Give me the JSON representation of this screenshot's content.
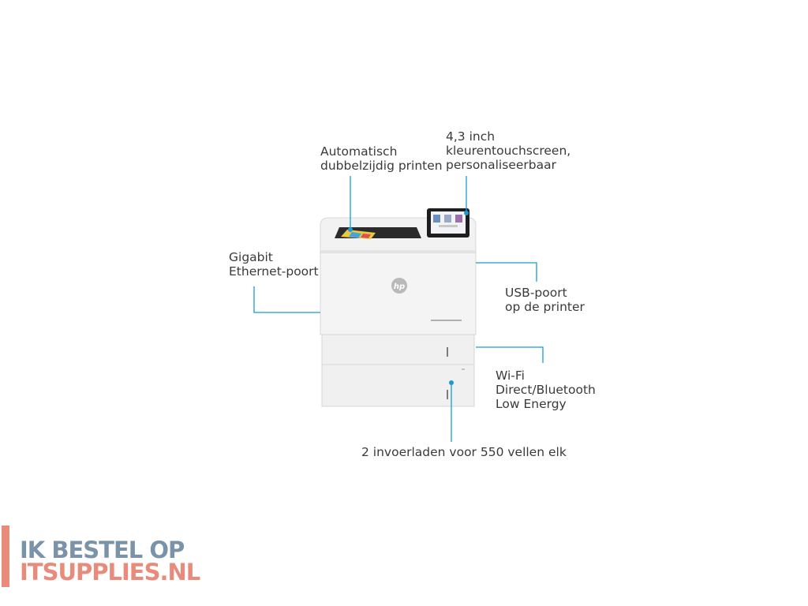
{
  "callouts": {
    "duplex": [
      "Automatisch",
      "dubbelzijdig printen"
    ],
    "touchscreen": [
      "4,3 inch",
      "kleurentouchscreen,",
      "personaliseerbaar"
    ],
    "ethernet": [
      "Gigabit",
      "Ethernet-poort"
    ],
    "usb": [
      "USB-poort",
      "op de printer"
    ],
    "wifi": [
      "Wi-Fi",
      "Direct/Bluetooth",
      "Low Energy"
    ],
    "trays": [
      "2 invoerladen voor 550 vellen elk"
    ]
  },
  "printer": {
    "logo_text": "hp"
  },
  "brand": {
    "line1": "IK BESTEL OP",
    "line2": "ITSUPPLIES.NL"
  },
  "colors": {
    "callout_line": "#1b9ad6",
    "text": "#3a3a3a",
    "brand_blue": "#7a93a8",
    "brand_salmon": "#e98b7a"
  }
}
